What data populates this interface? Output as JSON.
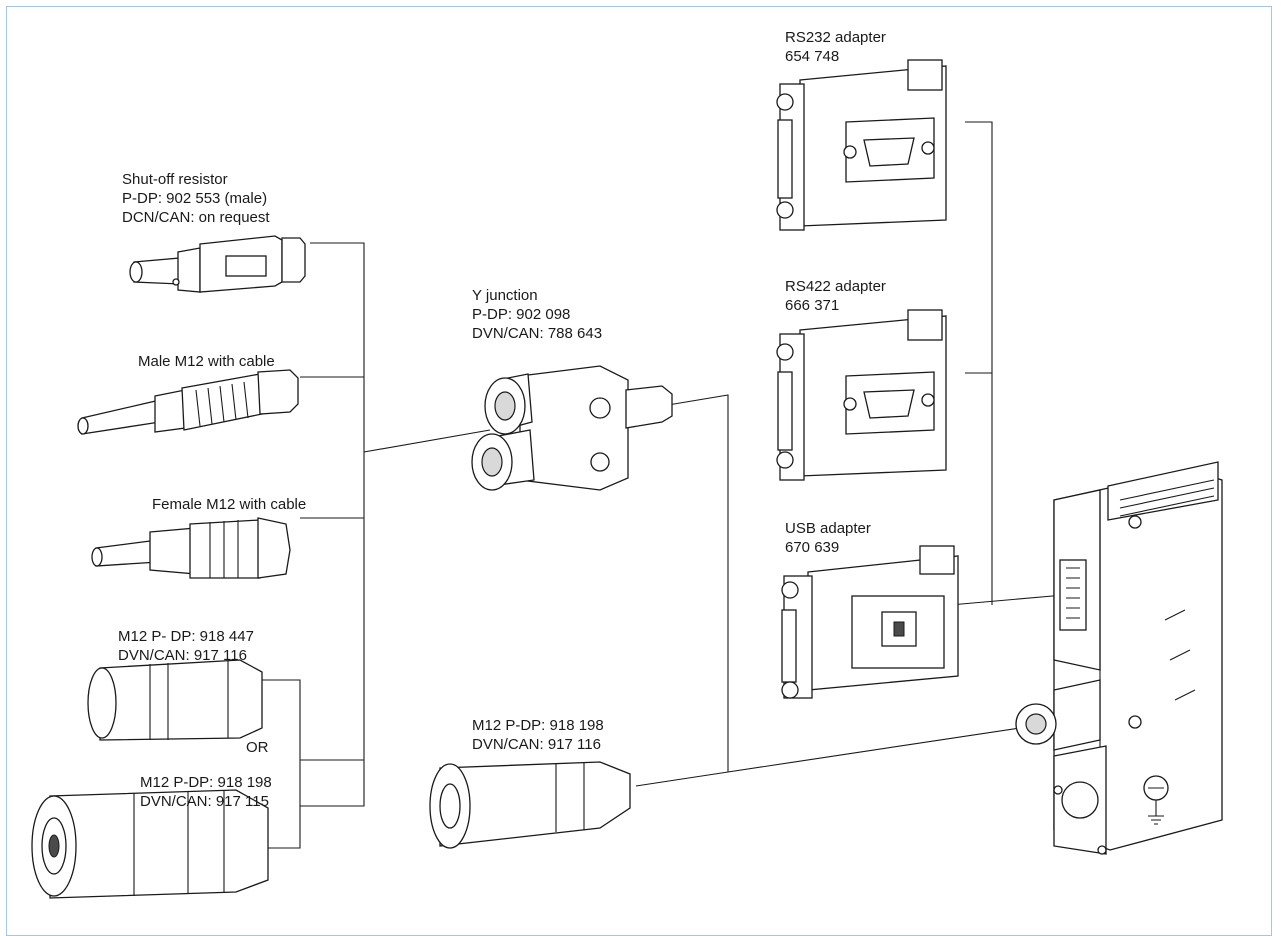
{
  "labels": {
    "shutoff": {
      "line1": "Shut-off resistor",
      "line2": "P-DP: 902 553 (male)",
      "line3": "DCN/CAN: on request"
    },
    "male_m12": {
      "line1": "Male M12 with cable"
    },
    "female_m12": {
      "line1": "Female M12 with cable"
    },
    "m12_a": {
      "line1": "M12 P- DP: 918 447",
      "line2": "DVN/CAN: 917 116"
    },
    "or": {
      "line1": "OR"
    },
    "m12_b": {
      "line1": "M12 P-DP: 918 198",
      "line2": "DVN/CAN: 917 115"
    },
    "y_junction": {
      "line1": "Y junction",
      "line2": "P-DP: 902 098",
      "line3": "DVN/CAN: 788 643"
    },
    "m12_c": {
      "line1": "M12 P-DP: 918 198",
      "line2": "DVN/CAN: 917 116"
    },
    "rs232": {
      "line1": "RS232 adapter",
      "line2": "654 748"
    },
    "rs422": {
      "line1": "RS422 adapter",
      "line2": "666 371"
    },
    "usb": {
      "line1": "USB adapter",
      "line2": "670 639"
    }
  }
}
